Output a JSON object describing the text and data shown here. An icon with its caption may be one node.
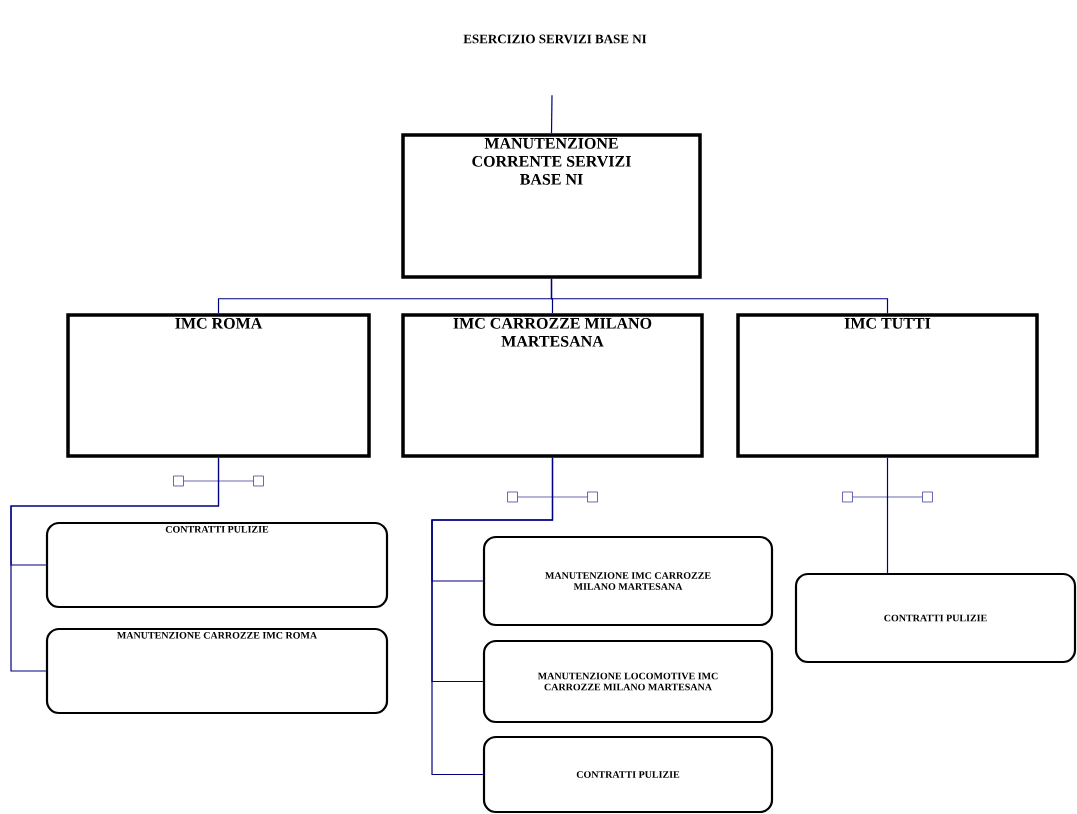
{
  "diagram": {
    "nodes": [
      {
        "text": [
          "ESERCIZIO SERVIZI BASE NI"
        ]
      },
      {
        "text": [
          "MANUTENZIONE CORRENTE SERVIZI BASE NI"
        ]
      },
      {
        "text": [
          "IMC ROMA"
        ]
      },
      {
        "text": [
          "IMC CARROZZE MILANO MARTESANA"
        ]
      },
      {
        "text": [
          "IMC TUTTI"
        ]
      },
      {
        "text": [
          "CONTRATTI PULIZIE"
        ]
      },
      {
        "text": [
          "MANUTENZIONE CARROZZE IMC ROMA"
        ]
      },
      {
        "text": [
          "MANUTENZIONE IMC CARROZZE MILANO MARTESANA"
        ]
      },
      {
        "text": [
          "MANUTENZIONE LOCOMOTIVE IMC CARROZZE MILANO MARTESANA"
        ]
      },
      {
        "text": [
          "CONTRATTI PULIZIE"
        ]
      },
      {
        "text": [
          "CONTRATTI PULIZIE"
        ]
      }
    ],
    "edges": [
      {
        "from": 0,
        "to": 1,
        "arrow": "none"
      },
      {
        "from": 1,
        "to": 2,
        "arrow": "none"
      },
      {
        "from": 1,
        "to": 3,
        "arrow": "none"
      },
      {
        "from": 1,
        "to": 4,
        "arrow": "none"
      },
      {
        "from": 2,
        "to": 5,
        "arrow": "none"
      },
      {
        "from": 2,
        "to": 6,
        "arrow": "none"
      },
      {
        "from": 3,
        "to": 7,
        "arrow": "none"
      },
      {
        "from": 3,
        "to": 8,
        "arrow": "none"
      },
      {
        "from": 3,
        "to": 9,
        "arrow": "none"
      },
      {
        "from": 4,
        "to": 10,
        "arrow": "none"
      }
    ]
  }
}
